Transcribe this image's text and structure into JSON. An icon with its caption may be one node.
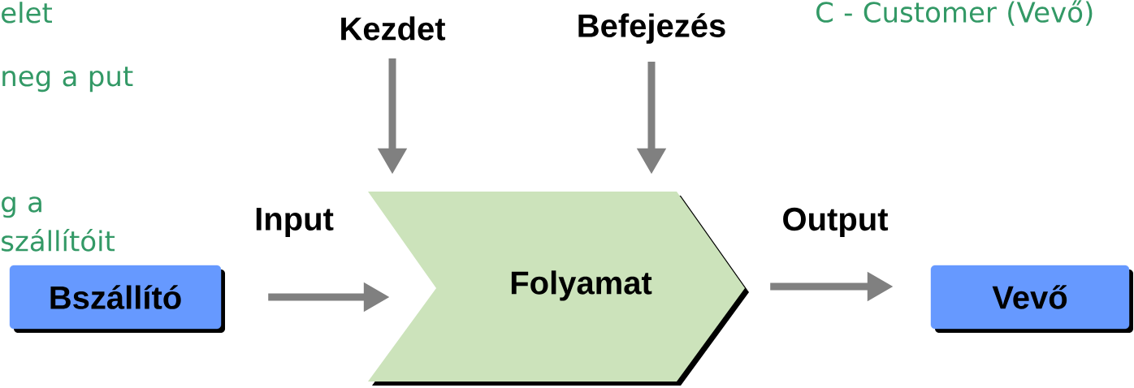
{
  "diagram": {
    "nodes": [
      {
        "text": [
          "Bszállító"
        ]
      },
      {
        "text": [
          "Folyamat"
        ]
      },
      {
        "text": [
          "Vevő"
        ]
      },
      {
        "text": [
          "Kezdet"
        ]
      },
      {
        "text": [
          "Befejezés"
        ]
      }
    ],
    "edges": [
      {
        "from": 0,
        "to": 1,
        "arrow": "to",
        "label": "Input"
      },
      {
        "from": 1,
        "to": 2,
        "arrow": "to",
        "label": "Output"
      },
      {
        "from": 3,
        "to": 1,
        "arrow": "to"
      },
      {
        "from": 4,
        "to": 1,
        "arrow": "to"
      }
    ],
    "labels": [
      "elet",
      "neg a put",
      "g a szállítóit",
      "C - Customer (Vevő)"
    ]
  }
}
